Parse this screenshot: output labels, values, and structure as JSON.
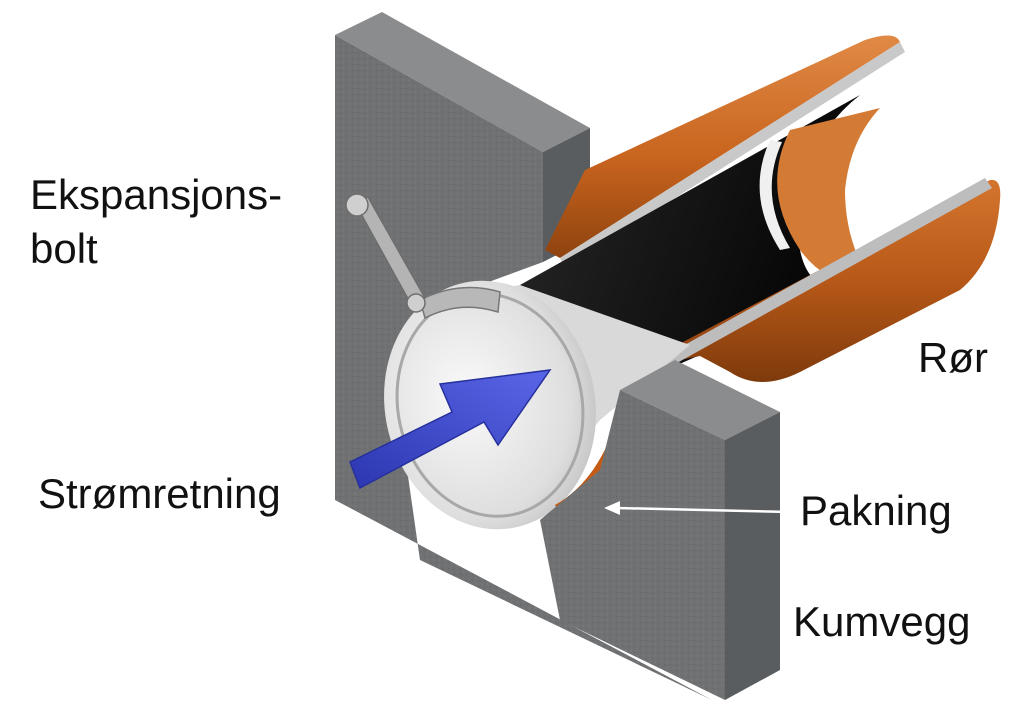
{
  "labels": {
    "bolt_line1": "Ekspansjons-",
    "bolt_line2": "bolt",
    "pipe": "Rør",
    "flow": "Strømretning",
    "gasket": "Pakning",
    "wall": "Kumvegg"
  },
  "colors": {
    "concrete_face": "#6f7173",
    "concrete_top": "#8a8c8e",
    "concrete_side": "#55585a",
    "pipe_orange": "#c8641e",
    "pipe_orange_light": "#dd8240",
    "pipe_orange_dark": "#9c4a12",
    "pipe_interior": "#111111",
    "disc": "#e4e4e4",
    "arrow": "#3a45c8",
    "label_text": "#111111"
  }
}
